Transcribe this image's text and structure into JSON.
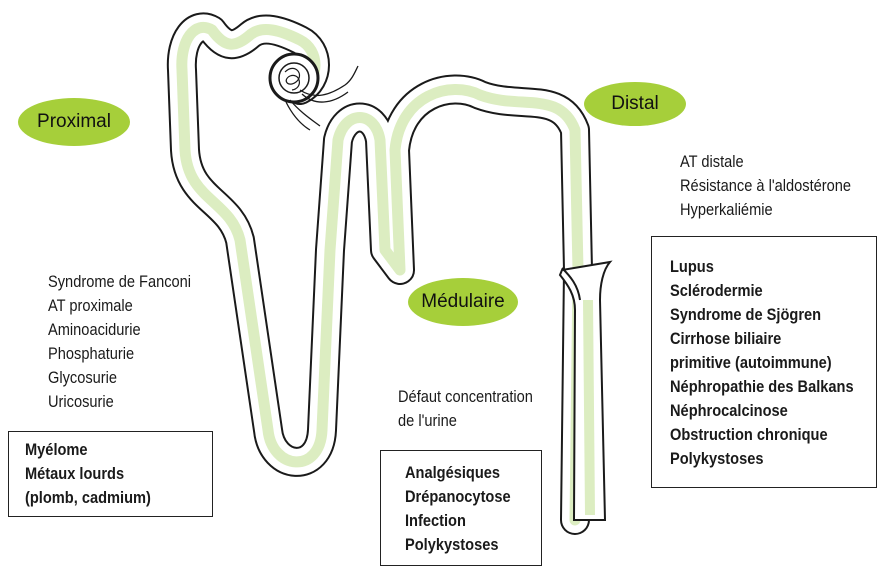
{
  "colors": {
    "tubule_fill": "#dcedc1",
    "tubule_outline": "#1a1a1a",
    "label_pill": "#a6cf3a"
  },
  "labels": {
    "proximal": "Proximal",
    "distal": "Distal",
    "medullaire": "Médulaire"
  },
  "proximal_list": [
    "Syndrome de Fanconi",
    "AT proximale",
    "Aminoacidurie",
    "Phosphaturie",
    "Glycosurie",
    "Uricosurie"
  ],
  "proximal_box": [
    "Myélome",
    "Métaux lourds",
    "(plomb, cadmium)"
  ],
  "distal_list": [
    "AT distale",
    "Résistance à l'aldostérone",
    "Hyperkaliémie"
  ],
  "distal_box": [
    "Lupus",
    "Sclérodermie",
    "Syndrome de Sjögren",
    "Cirrhose biliaire",
    "primitive (autoimmune)",
    "Néphropathie des Balkans",
    "Néphrocalcinose",
    "Obstruction chronique",
    "Polykystoses"
  ],
  "medullary_text": [
    "Défaut concentration",
    "de l'urine"
  ],
  "medullary_box": [
    "Analgésiques",
    "Drépanocytose",
    "Infection",
    "Polykystoses"
  ]
}
